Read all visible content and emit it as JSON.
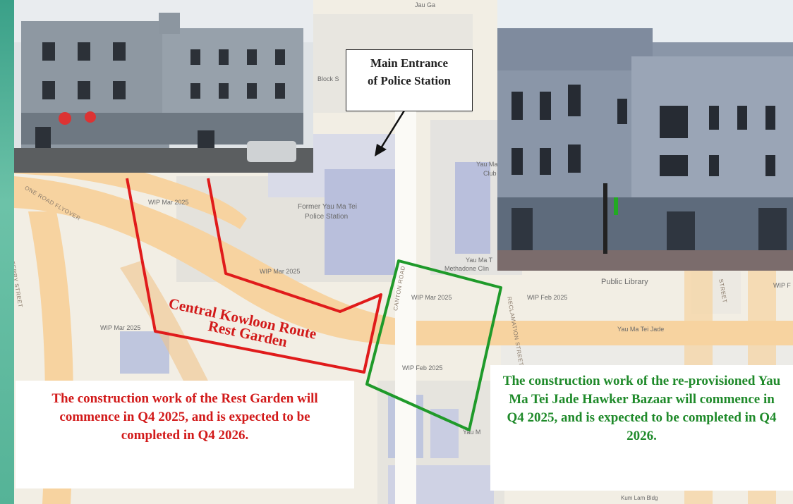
{
  "callout": {
    "line1": "Main Entrance",
    "line2": "of Police Station"
  },
  "garden_label": {
    "line1": "Central Kowloon Route",
    "line2": "Rest Garden"
  },
  "notes": {
    "rest_garden": "The construction work of the Rest Garden will commence in Q4 2025, and is expected to be completed in Q4 2026.",
    "jade_bazaar": "The construction work of the re-provisioned Yau Ma Tei Jade Hawker Bazaar will commence in Q4 2025, and is expected to be completed in Q4 2026."
  },
  "map_labels": {
    "police_station_1": "Former Yau Ma Tei",
    "police_station_2": "Police Station",
    "wip_mar_a": "WIP Mar 2025",
    "wip_mar_b": "WIP Mar 2025",
    "wip_mar_c": "WIP Mar 2025",
    "wip_mar_d": "WIP Mar 2025",
    "wip_feb_a": "WIP Feb 2025",
    "wip_feb_b": "WIP Feb 2025",
    "public_library": "Public Library",
    "yau_ma_t_club": "Yau Ma T",
    "club": "Club",
    "methadone_1": "Yau Ma T",
    "methadone_2": "Methadone Clin",
    "yau_ma_tei_jade": "Yau Ma Tei Jade",
    "block": "Block S",
    "kum_lam": "Kum Lam Bldg",
    "yau_m_p": "Yau M",
    "wip_f": "WIP F",
    "jau_ga": "Jau Ga"
  },
  "street_labels": {
    "ferry_street": "FERRY STREET",
    "flyover": "ONE ROAD FLYOVER",
    "canton_road": "CANTON ROAD",
    "reclamation": "RECLAMATION STREET",
    "shanghai": "STREET"
  },
  "colors": {
    "rest_garden_outline": "#e01b1b",
    "bazaar_outline": "#1f9a2a",
    "rest_garden_text": "#d21a1a",
    "bazaar_text": "#1f8a2a",
    "flyover": "#f5c98c"
  }
}
